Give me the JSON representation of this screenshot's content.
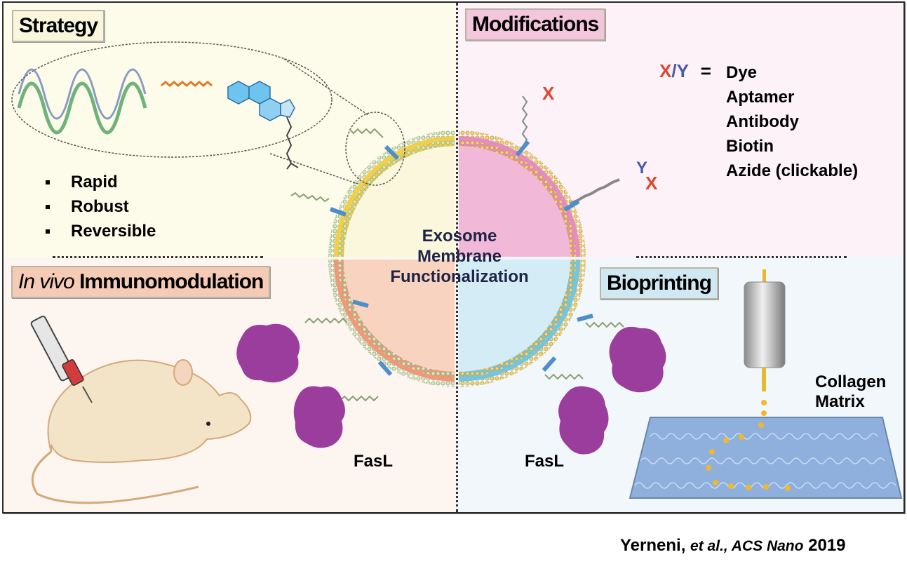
{
  "panels": {
    "strategy": {
      "title": "Strategy",
      "bullets": [
        "Rapid",
        "Robust",
        "Reversible"
      ],
      "color": "#f9f6dc"
    },
    "modifications": {
      "title": "Modifications",
      "x_label": "X",
      "slash": "/",
      "y_label": "Y",
      "equals": "=",
      "items": [
        "Dye",
        "Aptamer",
        "Antibody",
        "Biotin",
        "Azide (clickable)"
      ],
      "x_color": "#e0452f",
      "y_color": "#4a5aa8",
      "color": "#f4c6dc"
    },
    "immunomodulation": {
      "title_italic": "In vivo",
      "title_bold": "Immunomodulation",
      "protein_label": "FasL",
      "color": "#f6cbb6"
    },
    "bioprinting": {
      "title": "Bioprinting",
      "protein_label": "FasL",
      "matrix_label_line1": "Collagen",
      "matrix_label_line2": "Matrix",
      "color": "#cfe8f2"
    }
  },
  "center": {
    "line1": "Exosome",
    "line2": "Membrane",
    "line3": "Functionalization"
  },
  "citation": {
    "author": "Yerneni,",
    "etal": "et al., ACS Nano",
    "year": "2019"
  }
}
